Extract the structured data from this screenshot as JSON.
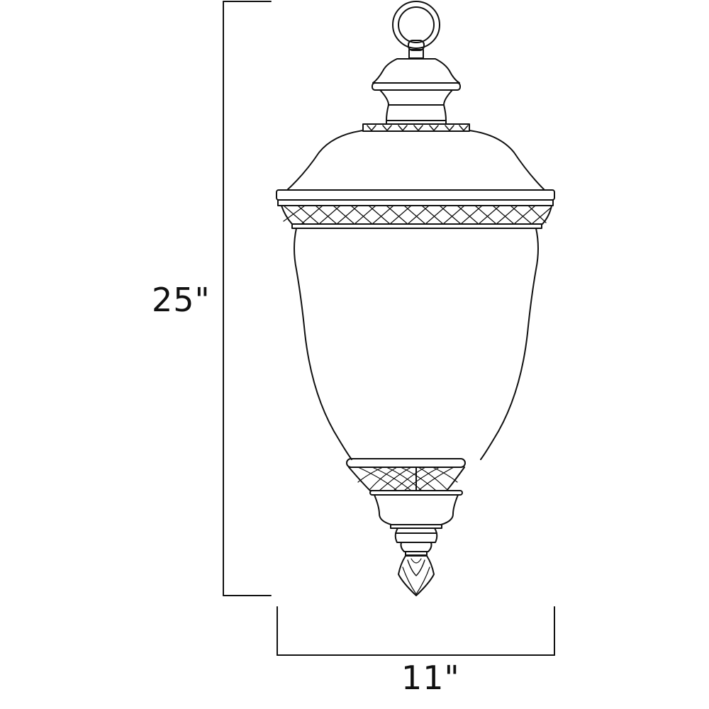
{
  "diagram": {
    "subject": "hanging lantern pendant line drawing",
    "line_color": "#111111",
    "background": "#ffffff",
    "dimensions": {
      "height": {
        "label": "25\"",
        "value": 25,
        "unit": "in"
      },
      "width": {
        "label": "11\"",
        "value": 11,
        "unit": "in"
      }
    },
    "parts": [
      "hanging-loop",
      "top-cap",
      "crown-band",
      "dome-canopy",
      "lattice-band-upper",
      "glass-body",
      "lattice-band-lower",
      "bottom-bowl",
      "finial"
    ]
  }
}
